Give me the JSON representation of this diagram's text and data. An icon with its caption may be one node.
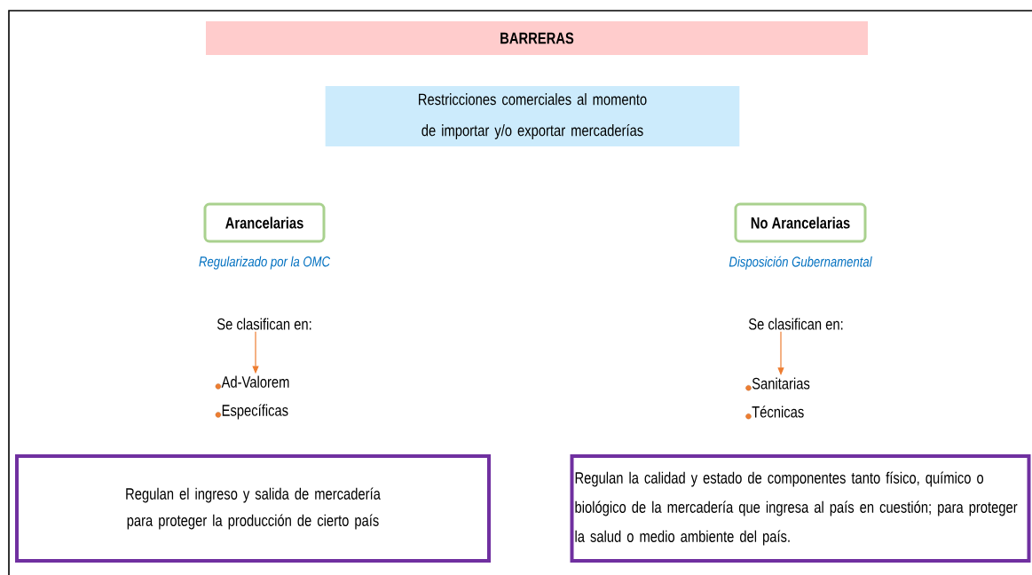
{
  "diagram": {
    "nodes": [
      {
        "text": [
          "BARRERAS"
        ]
      },
      {
        "text": [
          "Restricciones comerciales al momento de importar y/o exportar mercaderías"
        ]
      },
      {
        "text": [
          "Arancelarias"
        ],
        "beside": [
          "Regularizado por la OMC"
        ]
      },
      {
        "text": [
          "No Arancelarias"
        ],
        "beside": [
          "Disposición Gubernamental"
        ]
      },
      {
        "text": [
          "Se clasifican en:"
        ]
      },
      {
        "text": [
          "Se clasifican en:"
        ]
      },
      {
        "text": [
          "Ad-Valorem",
          "Específicas"
        ]
      },
      {
        "text": [
          "Sanitarias",
          "Técnicas"
        ]
      },
      {
        "text": [
          "Regulan el ingreso y salida de mercadería para proteger la producción de cierto país"
        ]
      },
      {
        "text": [
          "Regulan la calidad y estado de componentes tanto físico, químico o biológico de la mercadería que ingresa al país en cuestión; para proteger la salud o medio ambiente del país."
        ]
      }
    ],
    "edges": [
      {
        "from": 4,
        "to": 6,
        "arrow": "to",
        "color": "#ed7d31"
      },
      {
        "from": 5,
        "to": 7,
        "arrow": "to",
        "color": "#ed7d31"
      }
    ]
  }
}
